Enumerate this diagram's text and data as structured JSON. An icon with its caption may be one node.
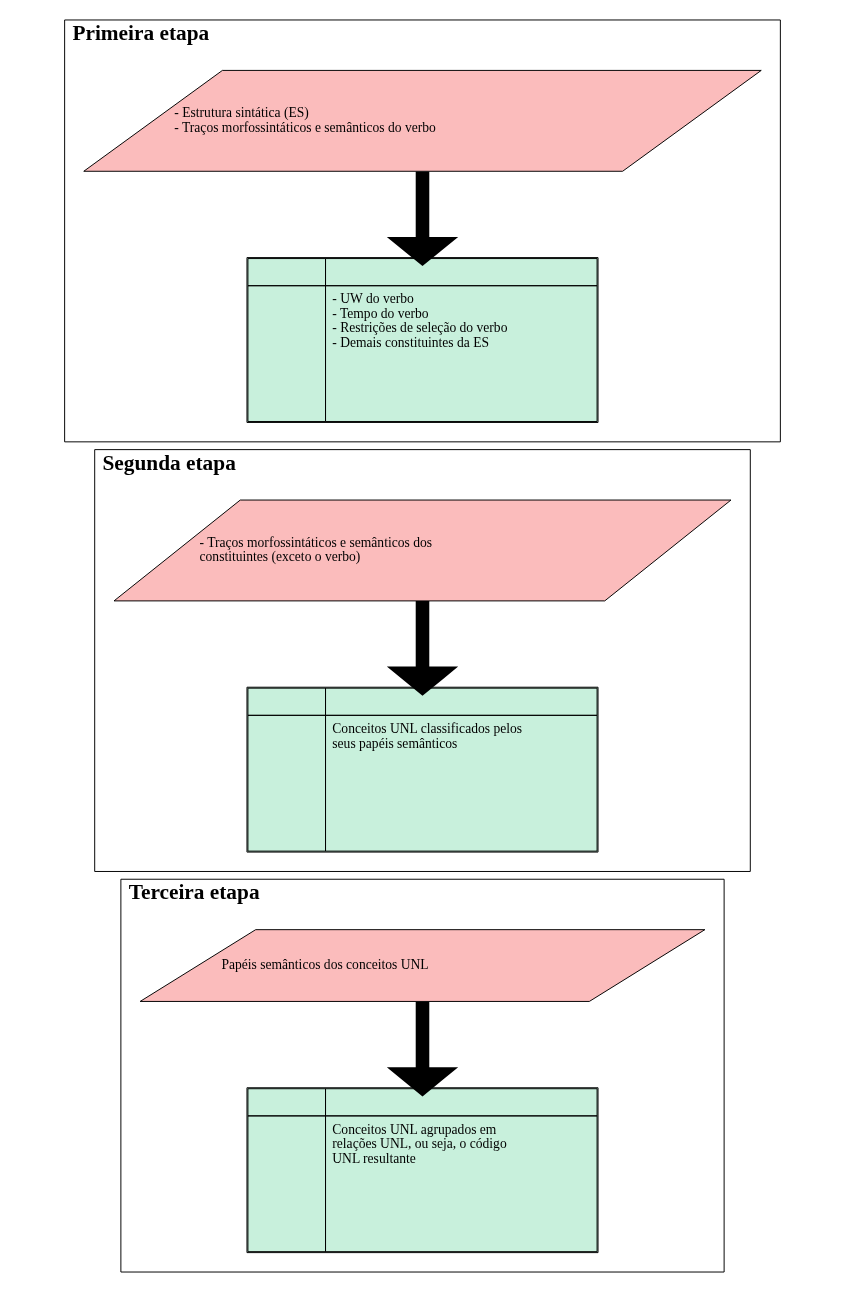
{
  "diagram": {
    "nodes": [
      {
        "text": [
          "Primeira etapa"
        ]
      },
      {
        "text": [
          "- Estrutura sintática (ES)",
          "- Traços morfossintáticos e semânticos do verbo"
        ],
        "in": 0
      },
      {
        "text": [
          "- UW do verbo",
          "- Tempo do verbo",
          "- Restrições de seleção do verbo",
          "- Demais constituintes da ES"
        ],
        "in": 0
      },
      {
        "text": [
          "Segunda etapa"
        ]
      },
      {
        "text": [
          "- Traços morfossintáticos e semânticos dos constituintes (exceto o verbo)"
        ],
        "in": 3
      },
      {
        "text": [
          "Conceitos UNL classificados pelos seus papéis semânticos"
        ],
        "in": 3
      },
      {
        "text": [
          "Terceira etapa"
        ]
      },
      {
        "text": [
          "Papéis semânticos dos conceitos UNL"
        ],
        "in": 6
      },
      {
        "text": [
          "Conceitos UNL agrupados em relações UNL, ou seja, o código UNL resultante"
        ],
        "in": 6
      }
    ],
    "edges": [
      {
        "from": 1,
        "to": 2,
        "arrow": "to"
      },
      {
        "from": 4,
        "to": 5,
        "arrow": "to"
      },
      {
        "from": 7,
        "to": 8,
        "arrow": "to"
      }
    ]
  }
}
